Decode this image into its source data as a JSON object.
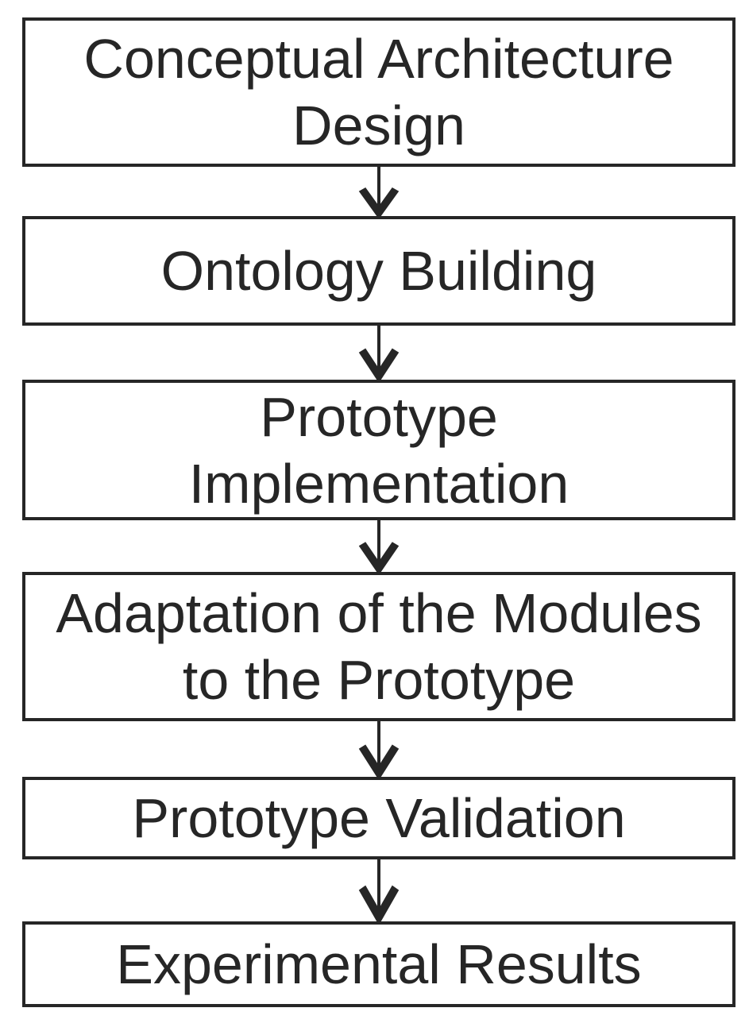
{
  "diagram": {
    "type": "flowchart",
    "direction": "top-down",
    "steps": [
      {
        "id": "conceptual-architecture-design",
        "label": "Conceptual Architecture\nDesign"
      },
      {
        "id": "ontology-building",
        "label": "Ontology Building"
      },
      {
        "id": "prototype-implementation",
        "label": "Prototype\nImplementation"
      },
      {
        "id": "adaptation-of-modules",
        "label": "Adaptation of the Modules\nto the Prototype"
      },
      {
        "id": "prototype-validation",
        "label": "Prototype Validation"
      },
      {
        "id": "experimental-results",
        "label": "Experimental Results"
      }
    ],
    "connections": [
      {
        "from": "conceptual-architecture-design",
        "to": "ontology-building"
      },
      {
        "from": "ontology-building",
        "to": "prototype-implementation"
      },
      {
        "from": "prototype-implementation",
        "to": "adaptation-of-modules"
      },
      {
        "from": "adaptation-of-modules",
        "to": "prototype-validation"
      },
      {
        "from": "prototype-validation",
        "to": "experimental-results"
      }
    ]
  },
  "colors": {
    "background": "#ffffff",
    "box_fill": "#ffffff",
    "box_border": "#262626",
    "text": "#262626",
    "arrow": "#262626"
  }
}
